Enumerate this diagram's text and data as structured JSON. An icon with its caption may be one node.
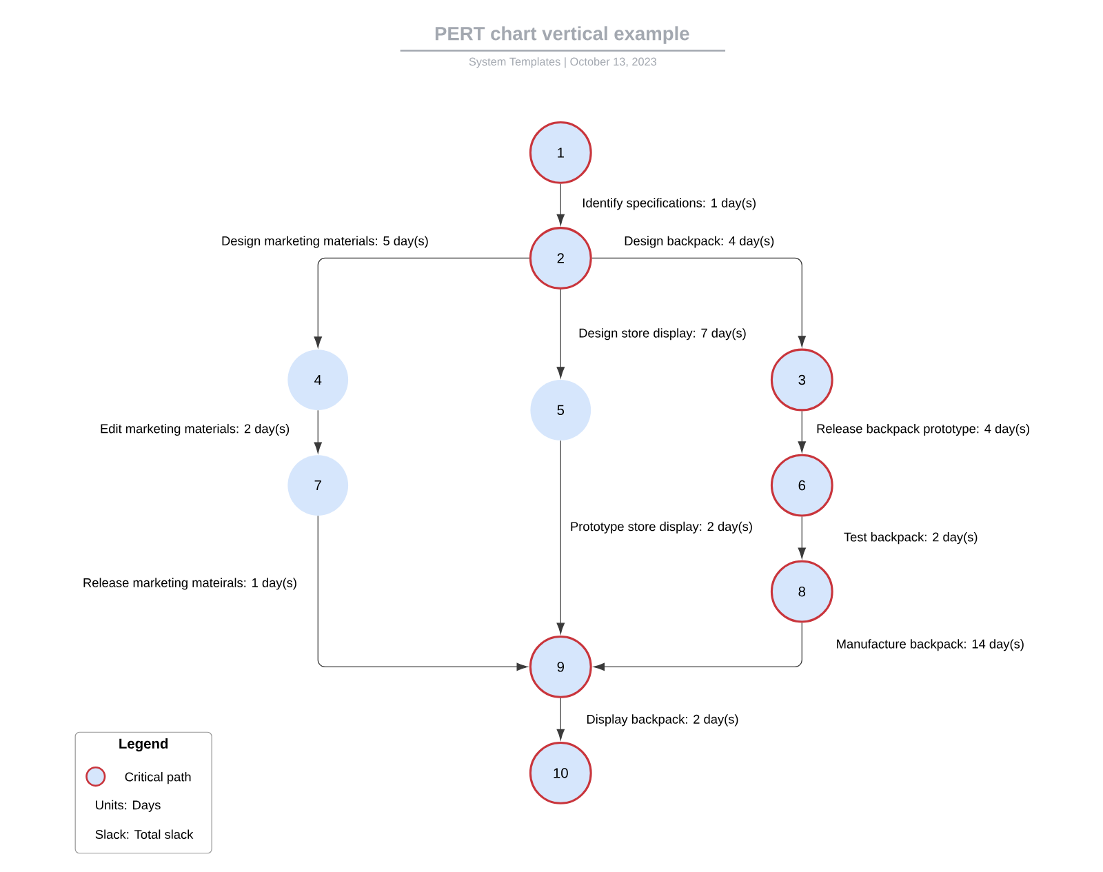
{
  "diagram": {
    "title": "PERT chart vertical example",
    "nodes": [
      {
        "text": [
          "1"
        ]
      },
      {
        "text": [
          "2"
        ]
      },
      {
        "text": [
          "3"
        ]
      },
      {
        "text": [
          "4"
        ]
      },
      {
        "text": [
          "5"
        ]
      },
      {
        "text": [
          "6"
        ]
      },
      {
        "text": [
          "7"
        ]
      },
      {
        "text": [
          "8"
        ]
      },
      {
        "text": [
          "9"
        ]
      },
      {
        "text": [
          "10"
        ]
      }
    ],
    "edges": [
      {
        "from": 0,
        "to": 1,
        "arrow": "to",
        "label": "Identify specifications: 1 day(s)"
      },
      {
        "from": 1,
        "to": 3,
        "arrow": "to",
        "label": "Design marketing materials: 5 day(s)"
      },
      {
        "from": 1,
        "to": 2,
        "arrow": "to",
        "label": "Design backpack: 4 day(s)"
      },
      {
        "from": 1,
        "to": 4,
        "arrow": "to",
        "label": "Design store display: 7 day(s)"
      },
      {
        "from": 3,
        "to": 6,
        "arrow": "to",
        "label": "Edit marketing materials: 2 day(s)"
      },
      {
        "from": 2,
        "to": 5,
        "arrow": "to",
        "label": "Release backpack prototype: 4 day(s)"
      },
      {
        "from": 4,
        "to": 8,
        "arrow": "to",
        "label": "Prototype store display: 2 day(s)"
      },
      {
        "from": 5,
        "to": 7,
        "arrow": "to",
        "label": "Test backpack: 2 day(s)"
      },
      {
        "from": 6,
        "to": 8,
        "arrow": "to",
        "label": "Release marketing mateirals: 1 day(s)"
      },
      {
        "from": 7,
        "to": 8,
        "arrow": "to",
        "label": "Manufacture backpack: 14 day(s)"
      },
      {
        "from": 8,
        "to": 9,
        "arrow": "to",
        "label": "Display backpack: 2 day(s)"
      }
    ],
    "labels": [
      "System Templates  |  October 13, 2023",
      "Legend",
      "Units: Days",
      "Slack: Total slack"
    ],
    "legend": [
      {
        "text": "Critical path"
      }
    ]
  }
}
